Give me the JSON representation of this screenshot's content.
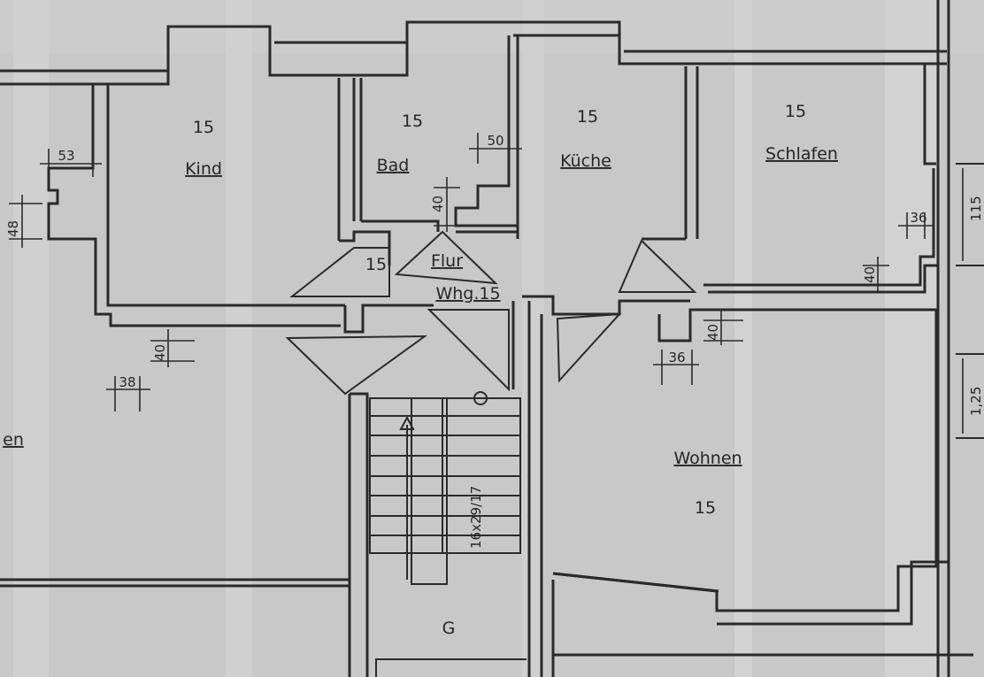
{
  "rooms": {
    "kind": {
      "name": "Kind",
      "number": "15"
    },
    "bad": {
      "name": "Bad",
      "number": "15"
    },
    "kueche": {
      "name": "Küche",
      "number": "15"
    },
    "schlafen": {
      "name": "Schlafen",
      "number": "15"
    },
    "flur": {
      "name": "Flur",
      "number": "15",
      "unit": "Whg.15"
    },
    "wohnen": {
      "name": "Wohnen",
      "number": "15"
    },
    "stair_room": {
      "name": "G"
    },
    "left_partial": {
      "name": "en"
    }
  },
  "stair": {
    "label": "16x29/17"
  },
  "dimensions": {
    "d53": "53",
    "d48": "48",
    "d50": "50",
    "d40_bad": "40",
    "d36_right": "36",
    "d40_right": "40",
    "d40_left": "40",
    "d38": "38",
    "d40_wohnen": "40",
    "d36_wohnen": "36",
    "d115": "115",
    "d125": "1,25"
  },
  "colors": {
    "paper": "#c9c9c9",
    "ink": "#2a2a2a"
  }
}
